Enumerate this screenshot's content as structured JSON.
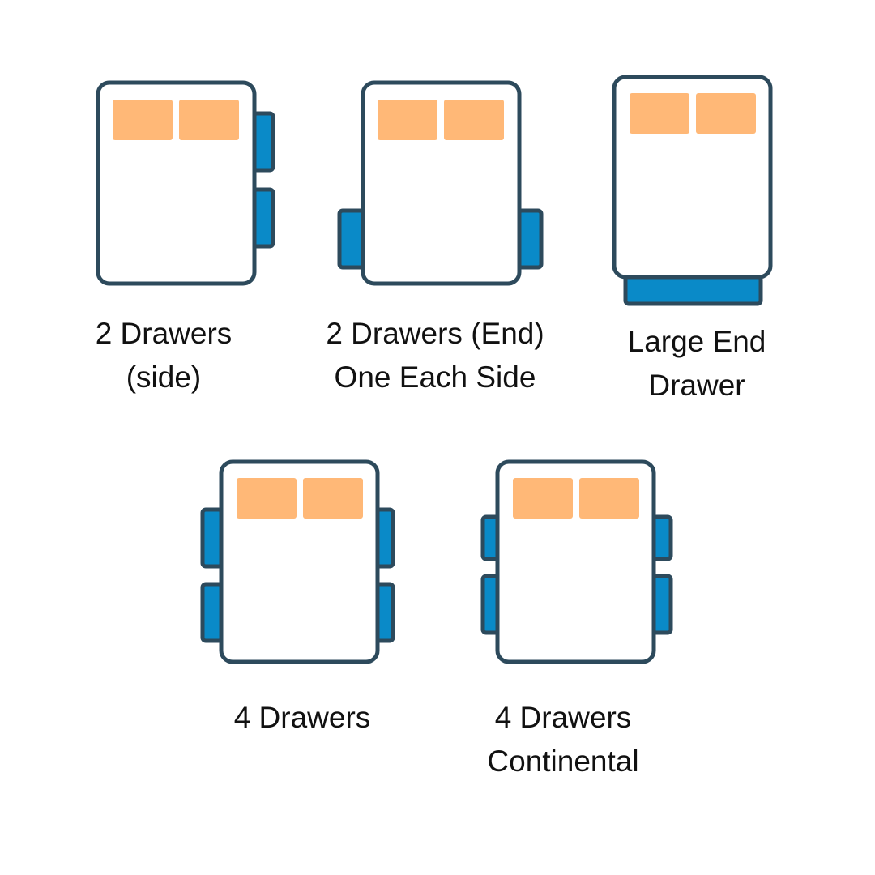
{
  "colors": {
    "bed_outline": "#2d4a5c",
    "bed_fill": "#ffffff",
    "pillow": "#ffb877",
    "drawer": "#0a8ac8",
    "text": "#111111"
  },
  "beds": [
    {
      "id": "two-drawers-side",
      "caption_lines": [
        "2 Drawers",
        "(side)"
      ],
      "drawer_layout": "two drawers on one side",
      "pillows": 2,
      "drawers": 2
    },
    {
      "id": "two-drawers-end",
      "caption_lines": [
        "2 Drawers (End)",
        "One Each Side"
      ],
      "drawer_layout": "one drawer on each side near the foot",
      "pillows": 2,
      "drawers": 2
    },
    {
      "id": "large-end-drawer",
      "caption_lines": [
        "Large End",
        "Drawer"
      ],
      "drawer_layout": "one wide drawer at the foot end",
      "pillows": 2,
      "drawers": 1
    },
    {
      "id": "four-drawers",
      "caption_lines": [
        "4 Drawers"
      ],
      "drawer_layout": "two drawers on each side",
      "pillows": 2,
      "drawers": 4
    },
    {
      "id": "four-drawers-continental",
      "caption_lines": [
        "4 Drawers",
        "Continental"
      ],
      "drawer_layout": "two smaller drawers on each side",
      "pillows": 2,
      "drawers": 4
    }
  ]
}
